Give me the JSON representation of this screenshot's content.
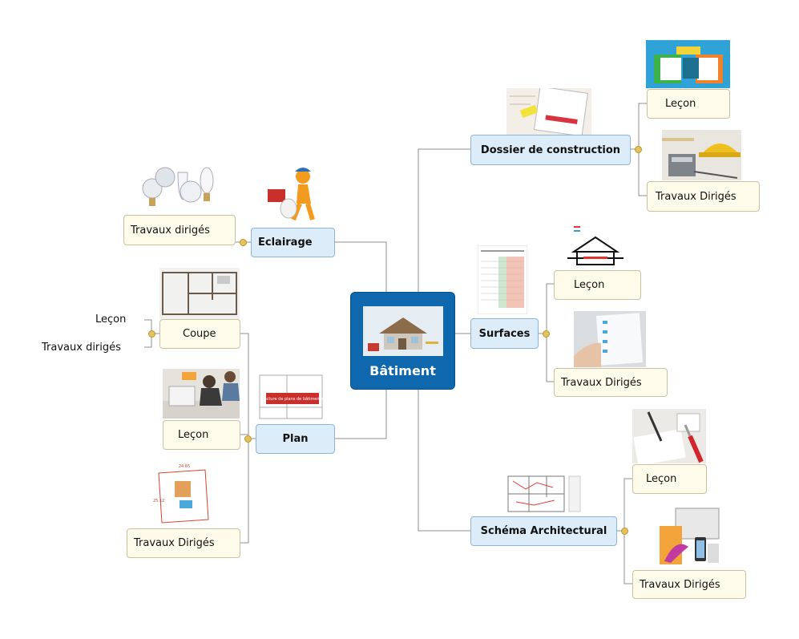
{
  "central": {
    "title": "Bâtiment"
  },
  "branches": {
    "dossier": {
      "label": "Dossier de construction",
      "children": [
        "Leçon",
        "Travaux Dirigés"
      ]
    },
    "surfaces": {
      "label": "Surfaces",
      "children": [
        "Leçon",
        "Travaux Dirigés"
      ]
    },
    "schema": {
      "label": "Schéma Architectural",
      "children": [
        "Leçon",
        "Travaux Dirigés"
      ]
    },
    "eclairage": {
      "label": "Eclairage",
      "children": [
        "Travaux dirigés"
      ]
    },
    "plan": {
      "label": "Plan",
      "children": [
        "Coupe",
        "Leçon",
        "Travaux Dirigés"
      ],
      "coupe_children": [
        "Leçon",
        "Travaux dirigés"
      ]
    }
  },
  "thumbnails": {
    "plan_lecture_title": "Lecture de plans de bâtiments",
    "plot_dim_top": "24.65",
    "plot_dim_left": "25.12"
  },
  "colors": {
    "central": "#0f67ad",
    "main_node": "#dcecf8",
    "sub_node": "#fffbea",
    "connector": "#8f8f8f",
    "collapse_dot": "#e3c35a"
  }
}
